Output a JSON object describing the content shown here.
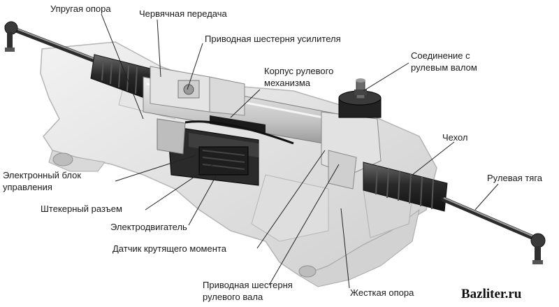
{
  "labels": {
    "elastic_support": "Упругая опора",
    "worm_gear": "Червячная передача",
    "booster_drive_pinion": "Приводная шестерня усилителя",
    "steering_shaft_connection_l1": "Соединение с",
    "steering_shaft_connection_l2": "рулевым валом",
    "steering_housing_l1": "Корпус рулевого",
    "steering_housing_l2": "механизма",
    "boot": "Чехол",
    "ecu_l1": "Электронный блок",
    "ecu_l2": "управления",
    "tie_rod": "Рулевая тяга",
    "plug_connector": "Штекерный разъем",
    "electric_motor": "Электродвигатель",
    "torque_sensor": "Датчик крутящего момента",
    "steering_shaft_pinion_l1": "Приводная шестерня",
    "steering_shaft_pinion_l2": "рулевого вала",
    "rigid_support": "Жесткая опора"
  },
  "watermark": "Bazliter.ru"
}
